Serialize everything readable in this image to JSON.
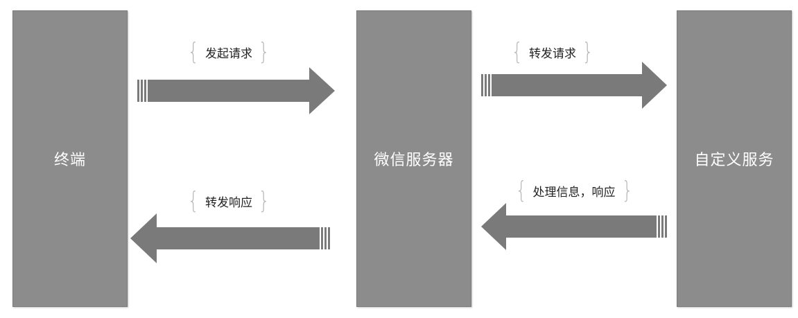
{
  "nodes": {
    "terminal": "终端",
    "wechat_server": "微信服务器",
    "custom_service": "自定义服务"
  },
  "flows": {
    "send_request": "发起请求",
    "forward_request": "转发请求",
    "forward_response": "转发响应",
    "process_and_respond": "处理信息，响应"
  },
  "colors": {
    "node_fill": "#8c8c8c",
    "arrow_fill": "#7a7a7a",
    "label_text": "#ffffff",
    "brace": "#b8b8b8"
  }
}
